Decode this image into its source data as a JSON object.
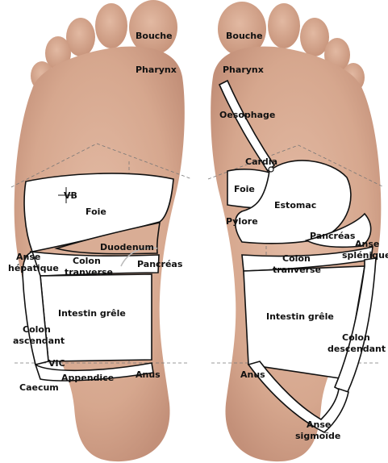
{
  "colors": {
    "skin": "#d9ad95",
    "skin_shadow": "#c08e76",
    "toe": "#d6aa92",
    "organ_fill": "#ffffff",
    "organ_stroke": "#111111",
    "guide_line": "#777777",
    "label_text": "#111111"
  },
  "left_foot": {
    "bouche": "Bouche",
    "pharynx": "Pharynx",
    "vb": "VB",
    "foie": "Foie",
    "duodenum": "Duodenum",
    "pancreas": "Pancréas",
    "anse_l1": "Anse",
    "anse_l2": "hépatique",
    "colon_l1": "Colon",
    "colon_l2": "tranverse",
    "intestin": "Intestin grêle",
    "colon_asc_l1": "Colon",
    "colon_asc_l2": "ascendant",
    "vic": "VIC",
    "appendice": "Appendice",
    "anus": "Anus",
    "caecum": "Caecum"
  },
  "right_foot": {
    "bouche": "Bouche",
    "pharynx": "Pharynx",
    "oesophage": "Oesophage",
    "cardia": "Cardia",
    "foie": "Foie",
    "estomac": "Estomac",
    "pylore": "Pylore",
    "pancreas": "Pancréas",
    "anse_l1": "Anse",
    "anse_l2": "splénique",
    "colon_l1": "Colon",
    "colon_l2": "tranverse",
    "intestin": "Intestin grêle",
    "colon_desc_l1": "Colon",
    "colon_desc_l2": "descendant",
    "anus": "Anus",
    "sigmoide_l1": "Anse",
    "sigmoide_l2": "sigmoïde"
  }
}
